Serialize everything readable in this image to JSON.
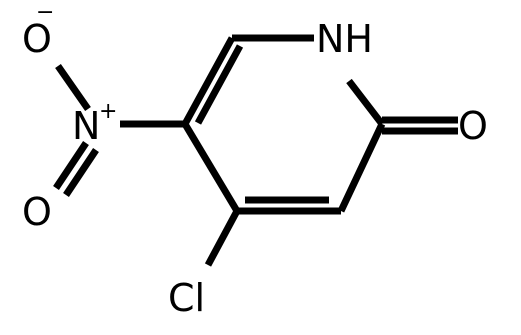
{
  "structure": {
    "atoms": {
      "nh": "NH",
      "carbonyl_o": "O",
      "nitro_n": "N",
      "nitro_n_charge": "+",
      "nitro_o_upper": "O",
      "nitro_o_upper_charge": "−",
      "nitro_o_lower": "O",
      "chlorine": "Cl"
    },
    "colors": {
      "bond": "#000000",
      "label": "#000000",
      "background": "#ffffff"
    }
  }
}
